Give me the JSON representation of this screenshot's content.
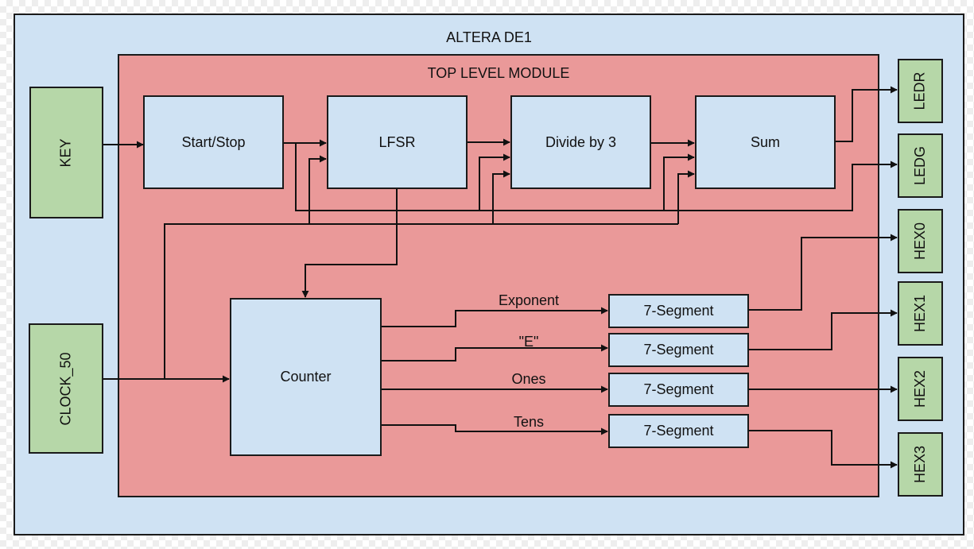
{
  "board": {
    "title": "ALTERA DE1"
  },
  "top_module": {
    "title": "TOP LEVEL MODULE"
  },
  "inputs": {
    "key": "KEY",
    "clock": "CLOCK_50"
  },
  "blocks": {
    "start_stop": "Start/Stop",
    "lfsr": "LFSR",
    "divide": "Divide by 3",
    "sum": "Sum",
    "counter": "Counter"
  },
  "segments": [
    "7-Segment",
    "7-Segment",
    "7-Segment",
    "7-Segment"
  ],
  "wire_labels": {
    "exponent": "Exponent",
    "e": "\"E\"",
    "ones": "Ones",
    "tens": "Tens"
  },
  "outputs": {
    "ledr": "LEDR",
    "ledg": "LEDG",
    "hex0": "HEX0",
    "hex1": "HEX1",
    "hex2": "HEX2",
    "hex3": "HEX3"
  },
  "colors": {
    "board": "#cfe2f3",
    "module": "#ea9999",
    "block": "#cfe2f3",
    "io": "#b6d7a8"
  }
}
